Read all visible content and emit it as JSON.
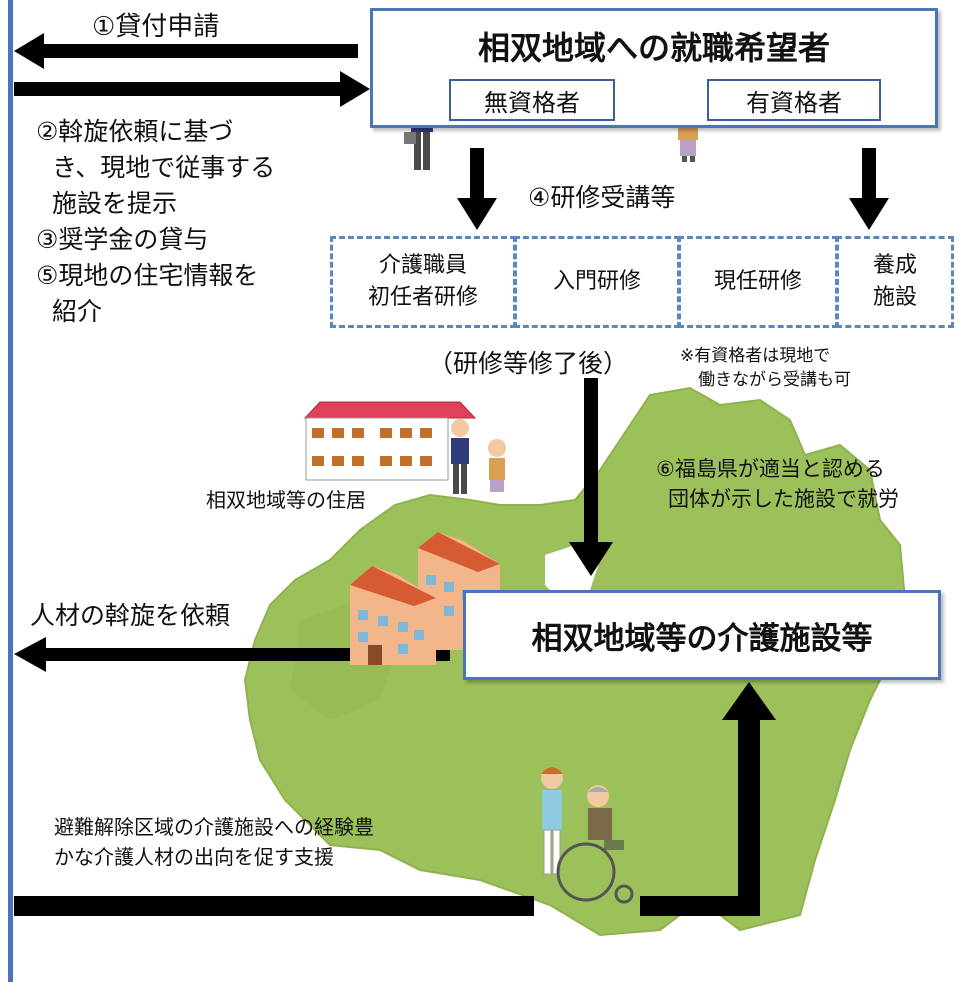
{
  "colors": {
    "accent_blue": "#4a76b8",
    "box_border": "#4a76b8",
    "map_green": "#9dc15a",
    "arrow": "#000000"
  },
  "top": {
    "loan_application": "①貸付申請",
    "applicant_title": "相双地域への就職希望者",
    "unqualified": "無資格者",
    "qualified": "有資格者"
  },
  "left_steps": {
    "step2_line1": "②斡旋依頼に基づ",
    "step2_line2": "き、現地で従事する",
    "step2_line3": "施設を提示",
    "step3": "③奨学金の貸与",
    "step5_line1": "⑤現地の住宅情報を",
    "step5_line2": "紹介"
  },
  "training": {
    "label": "④研修受講等",
    "boxes": [
      {
        "line1": "介護職員",
        "line2": "初任者研修"
      },
      {
        "line1": "入門研修",
        "line2": ""
      },
      {
        "line1": "現任研修",
        "line2": ""
      },
      {
        "line1": "養成",
        "line2": "施設"
      }
    ],
    "after": "（研修等修了後）",
    "note_line1": "※有資格者は現地で",
    "note_line2": "働きながら受講も可"
  },
  "middle": {
    "residence": "相双地域等の住居",
    "work_line1": "⑥福島県が適当と認める",
    "work_line2": "団体が示した施設で就労",
    "request_staff": "人材の斡旋を依頼",
    "facility_title": "相双地域等の介護施設等"
  },
  "bottom": {
    "support_line1": "避難解除区域の介護施設への経験豊",
    "support_line2": "かな介護人材の出向を促す支援"
  },
  "icons": {
    "man": "man-with-briefcase-icon",
    "woman": "woman-with-bag-icon",
    "house": "apartment-house-icon",
    "facility": "care-facility-buildings-icon",
    "wheelchair": "caregiver-wheelchair-icon",
    "map": "fukushima-map-icon"
  }
}
